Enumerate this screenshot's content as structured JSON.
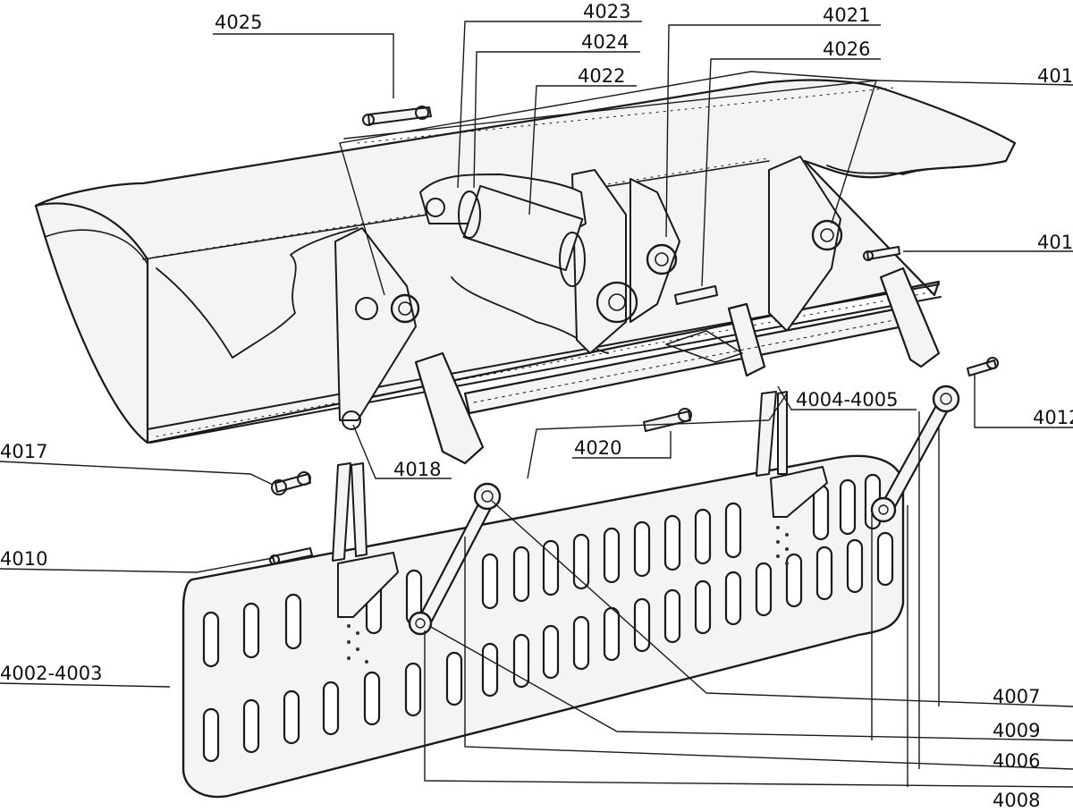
{
  "colors": {
    "ink": "#1a1a1a",
    "paper": "#ffffff"
  },
  "labels": {
    "l4025": "4025",
    "l4023": "4023",
    "l4024": "4024",
    "l4022": "4022",
    "l4021": "4021",
    "l4026": "4026",
    "l401a": "401",
    "l401b": "401",
    "l4012": "4012",
    "l4004_4005": "4004-4005",
    "l4017": "4017",
    "l4018": "4018",
    "l4020": "4020",
    "l4010": "4010",
    "l4002_4003": "4002-4003",
    "l4007": "4007",
    "l4009": "4009",
    "l4006": "4006",
    "l4008": "4008"
  }
}
